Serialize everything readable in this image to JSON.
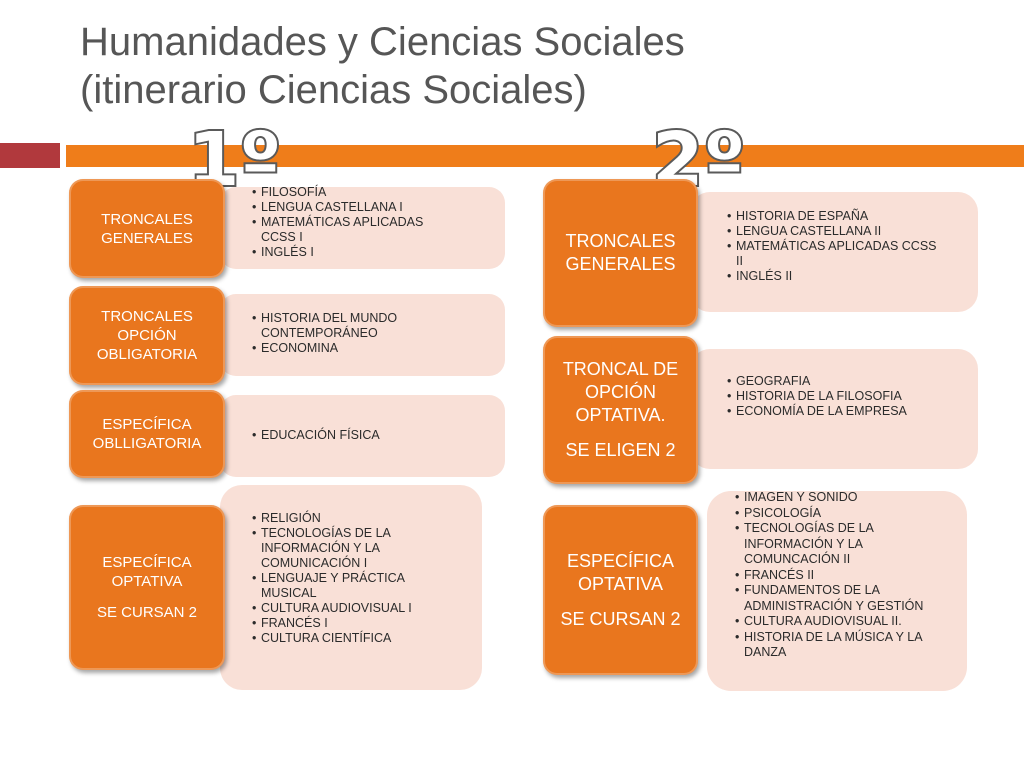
{
  "title": {
    "line1": "Humanidades y Ciencias Sociales",
    "line2": "(itinerario Ciencias Sociales)"
  },
  "year1": {
    "label": "1º",
    "sections": [
      {
        "box": [
          "TRONCALES GENERALES"
        ],
        "items": [
          "FILOSOFÍA",
          "LENGUA CASTELLANA I",
          "MATEMÁTICAS APLICADAS CCSS I",
          "INGLÉS I"
        ]
      },
      {
        "box": [
          "TRONCALES OPCIÓN OBLIGATORIA"
        ],
        "items": [
          "HISTORIA DEL MUNDO CONTEMPORÁNEO",
          "ECONOMINA"
        ]
      },
      {
        "box": [
          "ESPECÍFICA OBLLIGATORIA"
        ],
        "items": [
          "EDUCACIÓN FÍSICA"
        ]
      },
      {
        "box": [
          "ESPECÍFICA OPTATIVA",
          "SE CURSAN 2"
        ],
        "items": [
          "RELIGIÓN",
          "TECNOLOGÍAS DE LA INFORMACIÓN Y LA COMUNICACIÓN I",
          "LENGUAJE Y PRÁCTICA MUSICAL",
          "CULTURA AUDIOVISUAL I",
          "FRANCÉS I",
          "CULTURA CIENTÍFICA"
        ]
      }
    ]
  },
  "year2": {
    "label": "2º",
    "sections": [
      {
        "box": [
          "TRONCALES GENERALES"
        ],
        "items": [
          "HISTORIA DE ESPAÑA",
          "LENGUA CASTELLANA II",
          "MATEMÁTICAS APLICADAS CCSS II",
          "INGLÉS II"
        ]
      },
      {
        "box": [
          "TRONCAL DE OPCIÓN OPTATIVA.",
          "SE ELIGEN 2"
        ],
        "items": [
          "GEOGRAFIA",
          "HISTORIA DE LA FILOSOFIA",
          "ECONOMÍA DE LA EMPRESA"
        ]
      },
      {
        "box": [
          "ESPECÍFICA OPTATIVA",
          "SE CURSAN 2"
        ],
        "items": [
          "IMAGEN Y SONIDO",
          "PSICOLOGÍA",
          "TECNOLOGÍAS DE LA INFORMACIÓN Y LA COMUNCACIÓN II",
          "FRANCÉS II",
          "FUNDAMENTOS DE LA ADMINISTRACIÓN Y GESTIÓN",
          "CULTURA AUDIOVISUAL II.",
          "HISTORIA DE LA MÚSICA Y LA DANZA"
        ]
      }
    ]
  },
  "colors": {
    "accent_orange": "#ef7d1a",
    "box_orange": "#e9761e",
    "accent_red": "#b1393d",
    "panel_bg": "#f9e0d7",
    "title_text": "#565656"
  }
}
